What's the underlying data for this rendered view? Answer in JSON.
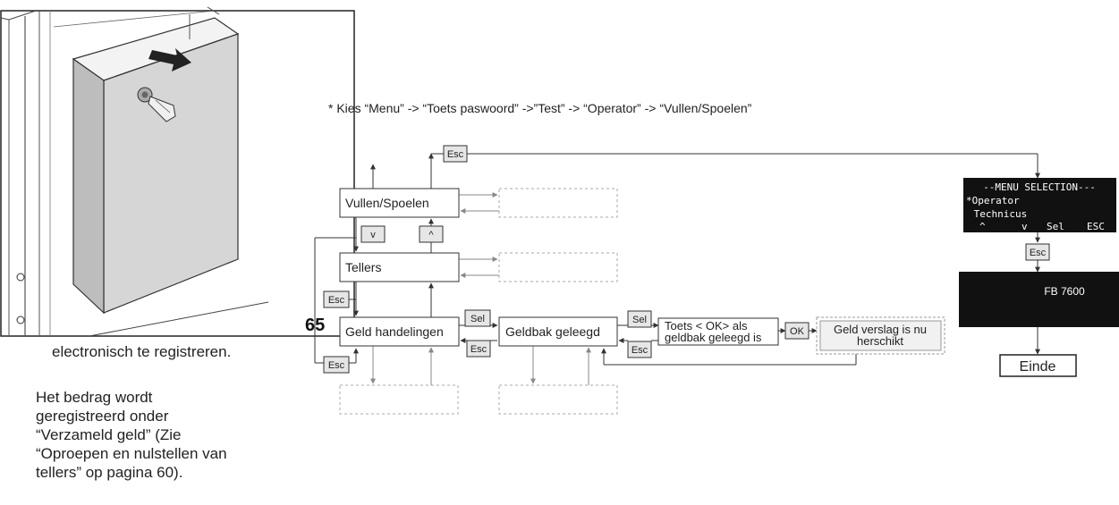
{
  "page_number": "65",
  "instruction": "* Kies “Menu” -> “Toets paswoord” ->”Test” -> “Operator” -> “Vullen/Spoelen”",
  "left_text": {
    "line_partial": "electronisch te registreren.",
    "paragraph": [
      "Het bedrag wordt",
      "geregistreerd onder",
      "“Verzameld geld” (Zie",
      "“Oproepen en nulstellen van",
      "tellers” op pagina 60)."
    ]
  },
  "flow": {
    "menu_items": [
      "Vullen/Spoelen",
      "Tellers",
      "Geld handelingen"
    ],
    "keys": {
      "esc": "Esc",
      "down": "v",
      "up": "^",
      "sel": "Sel",
      "ok": "OK"
    },
    "geldbak": "Geldbak geleegd",
    "prompt": [
      "Toets < OK> als",
      "geldbak geleegd is"
    ],
    "result": [
      "Geld verslag is nu",
      "herschikt"
    ],
    "display": {
      "title": "--MENU SELECTION---",
      "lines": [
        "*Operator",
        " Technicus"
      ],
      "softkeys": [
        "^",
        "v",
        "Sel",
        "ESC"
      ]
    },
    "model_display": "FB 7600",
    "end_label": "Einde"
  },
  "colors": {
    "display_bg": "#111111",
    "display_fg": "#ffffff",
    "key_bg": "#e6e6e6",
    "dashed": "#999999"
  }
}
